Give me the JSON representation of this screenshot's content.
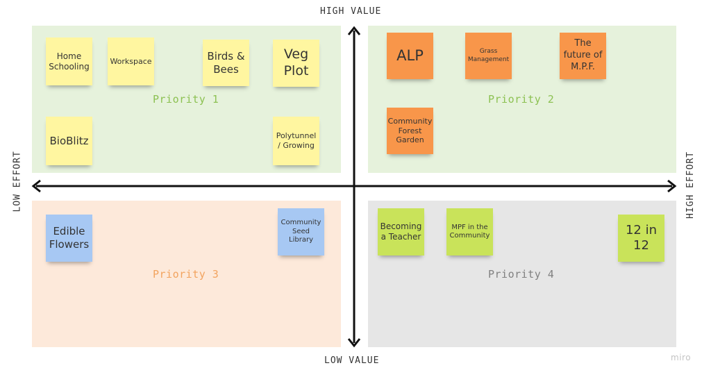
{
  "axes": {
    "top": "HIGH VALUE",
    "bottom": "LOW VALUE",
    "left": "LOW EFFORT",
    "right": "HIGH EFFORT"
  },
  "quadrants": [
    {
      "label": "Priority 1",
      "color": "#8cc152"
    },
    {
      "label": "Priority 2",
      "color": "#8cc152"
    },
    {
      "label": "Priority 3",
      "color": "#f2a35e"
    },
    {
      "label": "Priority 4",
      "color": "#808080"
    }
  ],
  "notes": {
    "home_schooling": "Home Schooling",
    "workspace": "Workspace",
    "birds_bees": "Birds & Bees",
    "veg_plot": "Veg Plot",
    "bioblitz": "BioBlitz",
    "polytunnel": "Polytunnel / Growing",
    "alp": "ALP",
    "grass_management": "Grass Management",
    "future_mpf": "The future of M.P.F.",
    "community_forest_garden": "Community Forest Garden",
    "edible_flowers": "Edible Flowers",
    "community_seed_library": "Community Seed Library",
    "becoming_teacher": "Becoming a Teacher",
    "mpf_community": "MPF in the Community",
    "twelve_in_twelve": "12 in 12"
  },
  "colors": {
    "yellow_note": "#fff6a0",
    "orange_note": "#f8964a",
    "blue_note": "#a7c8f3",
    "lime_note": "#c9e35a"
  },
  "watermark": "miro"
}
